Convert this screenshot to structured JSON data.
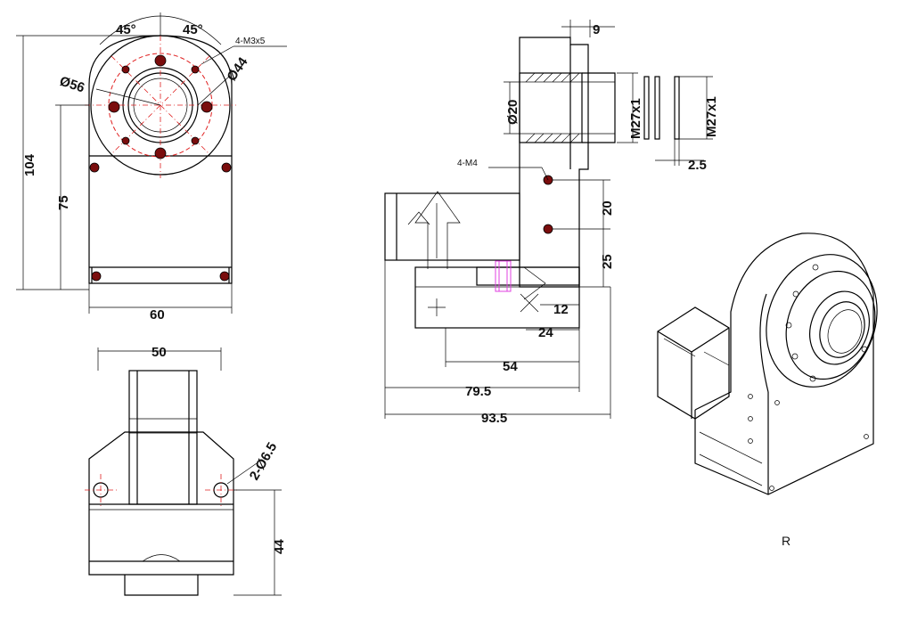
{
  "front_view": {
    "angle_left": "45°",
    "angle_right": "45°",
    "callout_holes": "4-M3x5",
    "dia_bolt_circle": "Ø56",
    "dia_flange": "Ø44",
    "height_total": "104",
    "height_axis": "75",
    "width": "60"
  },
  "top_view": {
    "width": "50",
    "callout_holes": "2-Ø6.5",
    "height": "44"
  },
  "side_view": {
    "top_offset": "9",
    "bore_dia": "Ø20",
    "callout_holes": "4-M4",
    "hole_pitch": "20",
    "hole_height": "25",
    "dim_12": "12",
    "dim_24": "24",
    "dim_54": "54",
    "dim_79_5": "79.5",
    "dim_93_5": "93.5"
  },
  "nut_detail": {
    "thread_1": "M27x1",
    "thread_2": "M27x1",
    "thickness": "2.5"
  },
  "iso_view": {
    "mark": "R"
  }
}
